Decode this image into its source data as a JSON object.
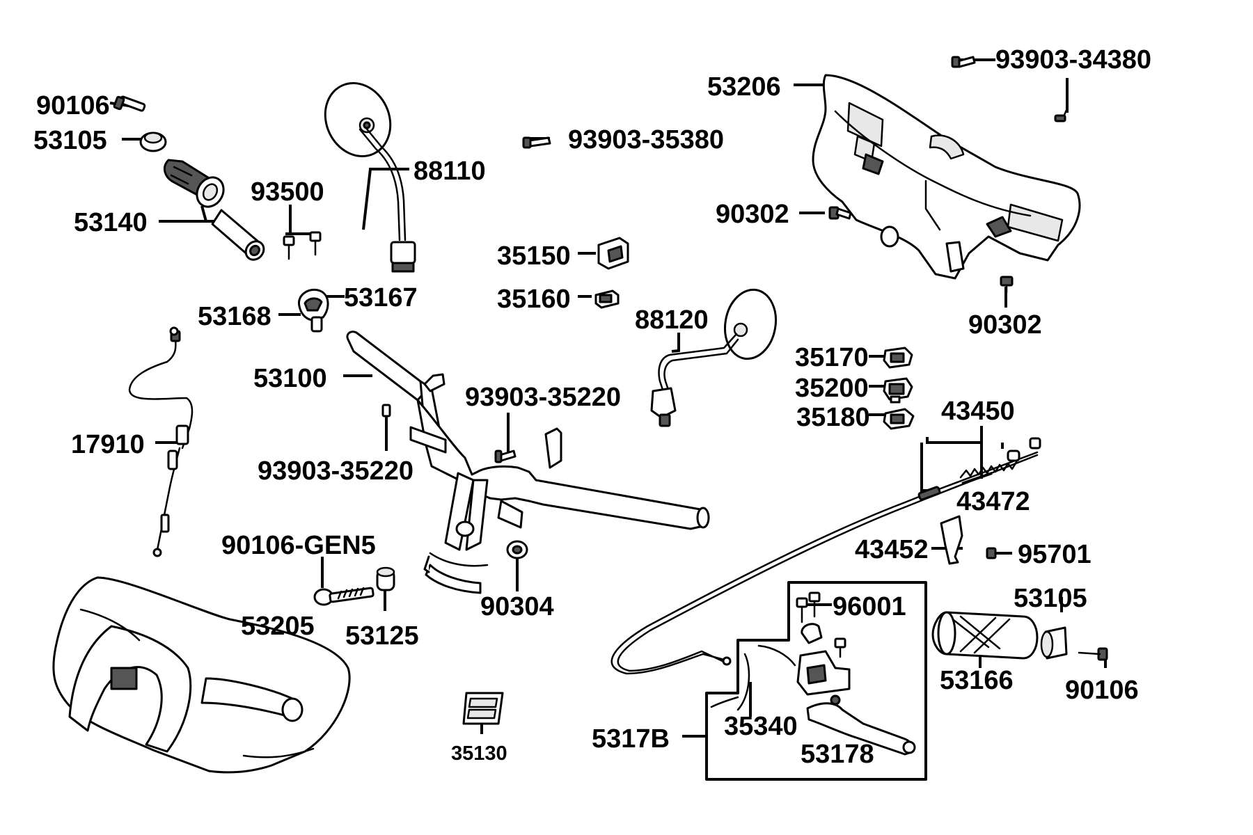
{
  "labels": {
    "p90106_a": "90106",
    "p53105_a": "53105",
    "p53140": "53140",
    "p93500": "93500",
    "p88110": "88110",
    "p93903_35380": "93903-35380",
    "p53206": "53206",
    "p93903_34380": "93903-34380",
    "p90302_a": "90302",
    "p90302_b": "90302",
    "p35150": "35150",
    "p35160": "35160",
    "p53167": "53167",
    "p53168": "53168",
    "p88120": "88120",
    "p35170": "35170",
    "p35200": "35200",
    "p35180": "35180",
    "p53100": "53100",
    "p17910": "17910",
    "p93903_35220_a": "93903-35220",
    "p93903_35220_b": "93903-35220",
    "p43450": "43450",
    "p43472": "43472",
    "p43452": "43452",
    "p95701": "95701",
    "p90106_gen5": "90106-GEN5",
    "p53205": "53205",
    "p53125": "53125",
    "p90304": "90304",
    "p96001": "96001",
    "p53105_b": "53105",
    "p53166": "53166",
    "p90106_b": "90106",
    "p35130": "35130",
    "p5317b": "5317B",
    "p35340": "35340",
    "p53178": "53178"
  }
}
